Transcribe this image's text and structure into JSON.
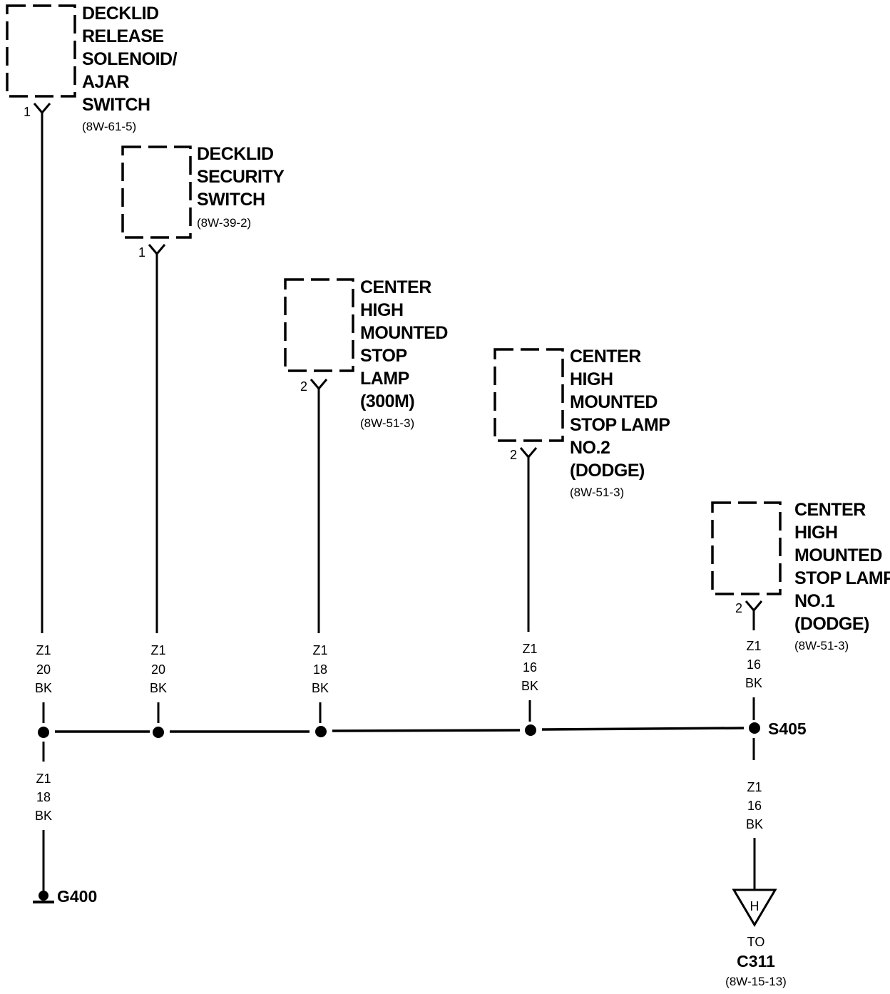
{
  "components": [
    {
      "id": "decklid-release",
      "title_lines": [
        "DECKLID",
        "RELEASE",
        "SOLENOID/",
        "AJAR",
        "SWITCH"
      ],
      "ref": "(8W-61-5)",
      "pin": "1",
      "wire": [
        "Z1",
        "20",
        "BK"
      ]
    },
    {
      "id": "decklid-security",
      "title_lines": [
        "DECKLID",
        "SECURITY",
        "SWITCH"
      ],
      "ref": "(8W-39-2)",
      "pin": "1",
      "wire": [
        "Z1",
        "20",
        "BK"
      ]
    },
    {
      "id": "chmsl-300m",
      "title_lines": [
        "CENTER",
        "HIGH",
        "MOUNTED",
        "STOP",
        "LAMP",
        "(300M)"
      ],
      "ref": "(8W-51-3)",
      "pin": "2",
      "wire": [
        "Z1",
        "18",
        "BK"
      ]
    },
    {
      "id": "chmsl-no2",
      "title_lines": [
        "CENTER",
        "HIGH",
        "MOUNTED",
        "STOP LAMP",
        "NO.2",
        "(DODGE)"
      ],
      "ref": "(8W-51-3)",
      "pin": "2",
      "wire": [
        "Z1",
        "16",
        "BK"
      ]
    },
    {
      "id": "chmsl-no1",
      "title_lines": [
        "CENTER",
        "HIGH",
        "MOUNTED",
        "STOP LAMP",
        "NO.1",
        "(DODGE)"
      ],
      "ref": "(8W-51-3)",
      "pin": "2",
      "wire": [
        "Z1",
        "16",
        "BK"
      ]
    }
  ],
  "splice": {
    "label": "S405"
  },
  "ground": {
    "label": "G400",
    "wire": [
      "Z1",
      "18",
      "BK"
    ]
  },
  "connector": {
    "letter": "H",
    "to": "TO",
    "name": "C311",
    "ref": "(8W-15-13)",
    "wire": [
      "Z1",
      "16",
      "BK"
    ]
  }
}
